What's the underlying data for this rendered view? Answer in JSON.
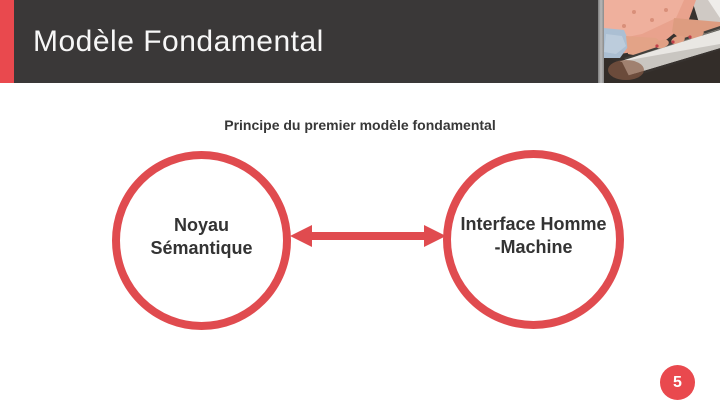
{
  "slide": {
    "header": {
      "title": "Modèle Fondamental",
      "photo_icon": "hands-typing-on-laptop-photo"
    },
    "subtitle": "Principe du premier modèle fondamental",
    "diagram": {
      "left_node": {
        "label": "Noyau Sémantique",
        "line1": "Noyau",
        "line2": "Sémantique"
      },
      "right_node": {
        "label": "Interface Homme -Machine",
        "line1": "Interface Homme",
        "line2": "-Machine"
      },
      "connector": "double-headed-arrow"
    },
    "footer": {
      "page_number": "5"
    },
    "colors": {
      "accent_red": "#E9494E",
      "node_stroke_red": "#E04B4F",
      "header_bg": "#3A3838",
      "text_dark": "#383838",
      "background": "#FFFFFF"
    }
  }
}
